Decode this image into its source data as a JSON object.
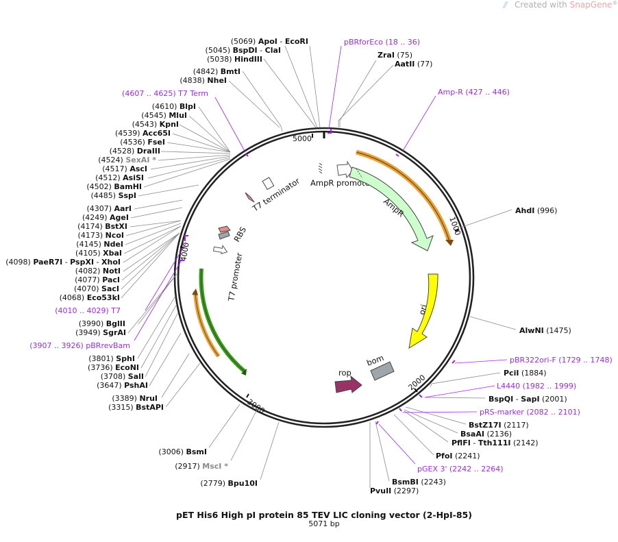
{
  "title": "pET His6 High pI protein 85 TEV LIC cloning vector (2-HpI-85)",
  "length_label": "5071 bp",
  "watermark": {
    "prefix": "Created with ",
    "brand": "SnapGene",
    "mark": "®"
  },
  "colors": {
    "primer": "#9a2bd6",
    "primer_mark": "#a020f0",
    "orange": "#e8a23a",
    "green": "#3c9a1e",
    "ori": "#ffff00",
    "ampr_fill": "#ccffcc",
    "rop": "#993366",
    "bom": "#a0a4ab",
    "leader": "#888888"
  },
  "left_labels": [
    {
      "pos": "(5069)",
      "name": "ApoI",
      "sep": "-",
      "name2": "EcoRI"
    },
    {
      "pos": "(5045)",
      "name": "BspDI",
      "sep": "-",
      "name2": "ClaI"
    },
    {
      "pos": "(5038)",
      "name": "HindIII"
    },
    {
      "pos": "(4842)",
      "name": "BmtI"
    },
    {
      "pos": "(4838)",
      "name": "NheI"
    },
    {
      "primer": true,
      "range": "(4607 .. 4625)",
      "name": "T7 Term"
    },
    {
      "pos": "(4610)",
      "name": "BlpI"
    },
    {
      "pos": "(4545)",
      "name": "MluI"
    },
    {
      "pos": "(4543)",
      "name": "KpnI"
    },
    {
      "pos": "(4539)",
      "name": "Acc65I"
    },
    {
      "pos": "(4536)",
      "name": "FseI"
    },
    {
      "pos": "(4528)",
      "name": "DraIII"
    },
    {
      "pos": "(4524)",
      "name": "SexAI *",
      "grey": true
    },
    {
      "pos": "(4517)",
      "name": "AscI"
    },
    {
      "pos": "(4512)",
      "name": "AsiSI"
    },
    {
      "pos": "(4502)",
      "name": "BamHI"
    },
    {
      "pos": "(4485)",
      "name": "SspI"
    },
    {
      "pos": "(4307)",
      "name": "AarI"
    },
    {
      "pos": "(4249)",
      "name": "AgeI"
    },
    {
      "pos": "(4174)",
      "name": "BstXI"
    },
    {
      "pos": "(4173)",
      "name": "NcoI"
    },
    {
      "pos": "(4145)",
      "name": "NdeI"
    },
    {
      "pos": "(4105)",
      "name": "XbaI"
    },
    {
      "pos": "(4098)",
      "name": "PaeR7I",
      "sep": "-",
      "name2": "PspXI",
      "sep2": "-",
      "name3": "XhoI"
    },
    {
      "pos": "(4082)",
      "name": "NotI"
    },
    {
      "pos": "(4077)",
      "name": "PacI"
    },
    {
      "pos": "(4070)",
      "name": "SacI"
    },
    {
      "pos": "(4068)",
      "name": "Eco53kI"
    },
    {
      "primer": true,
      "range": "(4010 .. 4029)",
      "name": "T7"
    },
    {
      "pos": "(3990)",
      "name": "BglII"
    },
    {
      "pos": "(3949)",
      "name": "SgrAI"
    },
    {
      "primer": true,
      "range": "(3907 .. 3926)",
      "name": "pBRrevBam"
    },
    {
      "pos": "(3801)",
      "name": "SphI"
    },
    {
      "pos": "(3736)",
      "name": "EcoNI"
    },
    {
      "pos": "(3708)",
      "name": "SalI"
    },
    {
      "pos": "(3647)",
      "name": "PshAI"
    },
    {
      "pos": "(3389)",
      "name": "NruI"
    },
    {
      "pos": "(3315)",
      "name": "BstAPI"
    },
    {
      "pos": "(3006)",
      "name": "BsmI"
    },
    {
      "pos": "(2917)",
      "name": "MscI *",
      "grey": true
    },
    {
      "pos": "(2779)",
      "name": "Bpu10I"
    }
  ],
  "right_labels": [
    {
      "primer": true,
      "name": "pBRforEco",
      "range": "(18 .. 36)"
    },
    {
      "name": "ZraI",
      "pos": "(75)"
    },
    {
      "name": "AatII",
      "pos": "(77)"
    },
    {
      "primer": true,
      "name": "Amp-R",
      "range": "(427 .. 446)"
    },
    {
      "name": "AhdI",
      "pos": "(996)"
    },
    {
      "name": "AlwNI",
      "pos": "(1475)"
    },
    {
      "primer": true,
      "name": "pBR322ori-F",
      "range": "(1729 .. 1748)"
    },
    {
      "name": "PciI",
      "pos": "(1884)"
    },
    {
      "primer": true,
      "name": "L4440",
      "range": "(1982 .. 1999)"
    },
    {
      "name": "BspQI",
      "sep": "-",
      "name2": "SapI",
      "pos": "(2001)"
    },
    {
      "primer": true,
      "name": "pRS-marker",
      "range": "(2082 .. 2101)"
    },
    {
      "name": "BstZ17I",
      "pos": "(2117)"
    },
    {
      "name": "BsaAI",
      "pos": "(2136)"
    },
    {
      "name": "PflFI",
      "sep": "-",
      "name2": "Tth111I",
      "pos": "(2142)"
    },
    {
      "name": "PfoI",
      "pos": "(2241)"
    },
    {
      "primer": true,
      "name": "pGEX 3'",
      "range": "(2242 .. 2264)"
    },
    {
      "name": "BsmBI",
      "pos": "(2243)"
    },
    {
      "name": "PvuII",
      "pos": "(2297)"
    }
  ],
  "ticks": [
    "1000",
    "2000",
    "3000",
    "4000",
    "5000"
  ],
  "features": {
    "ampr_promoter": "AmpR promoter",
    "ampr": "AmpR",
    "ori": "ori",
    "bom": "bom",
    "rop": "rop",
    "t7_promoter": "T7 promoter",
    "rbs": "RBS",
    "t7_terminator": "T7 terminator"
  }
}
